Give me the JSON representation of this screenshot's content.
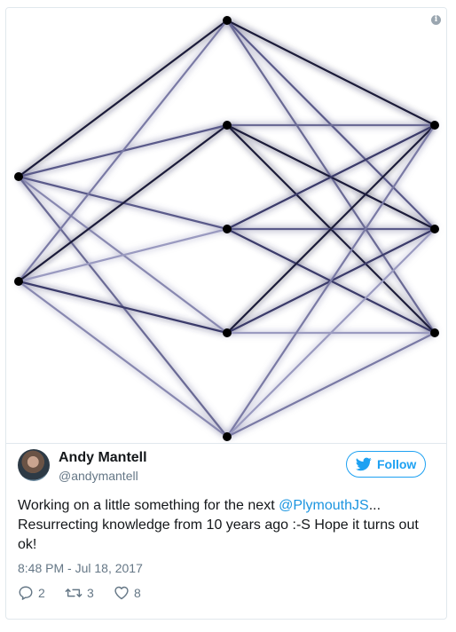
{
  "tweet": {
    "author_name": "Andy Mantell",
    "author_handle": "@andymantell",
    "follow_label": "Follow",
    "text_before_mention": "Working on a little something for the next ",
    "mention": "@PlymouthJS",
    "text_after_mention": "... Resurrecting knowledge from 10 years ago :-S Hope it turns out ok!",
    "timestamp": "8:48 PM - Jul 18, 2017",
    "replies": "2",
    "retweets": "3",
    "likes": "8"
  },
  "icons": {
    "info": "info-icon",
    "bird": "twitter-bird-icon",
    "reply": "reply-icon",
    "retweet": "retweet-icon",
    "like": "heart-icon"
  },
  "colors": {
    "accent": "#1da1f2",
    "text": "#14171a",
    "muted": "#657786",
    "border": "#e1e8ed"
  }
}
